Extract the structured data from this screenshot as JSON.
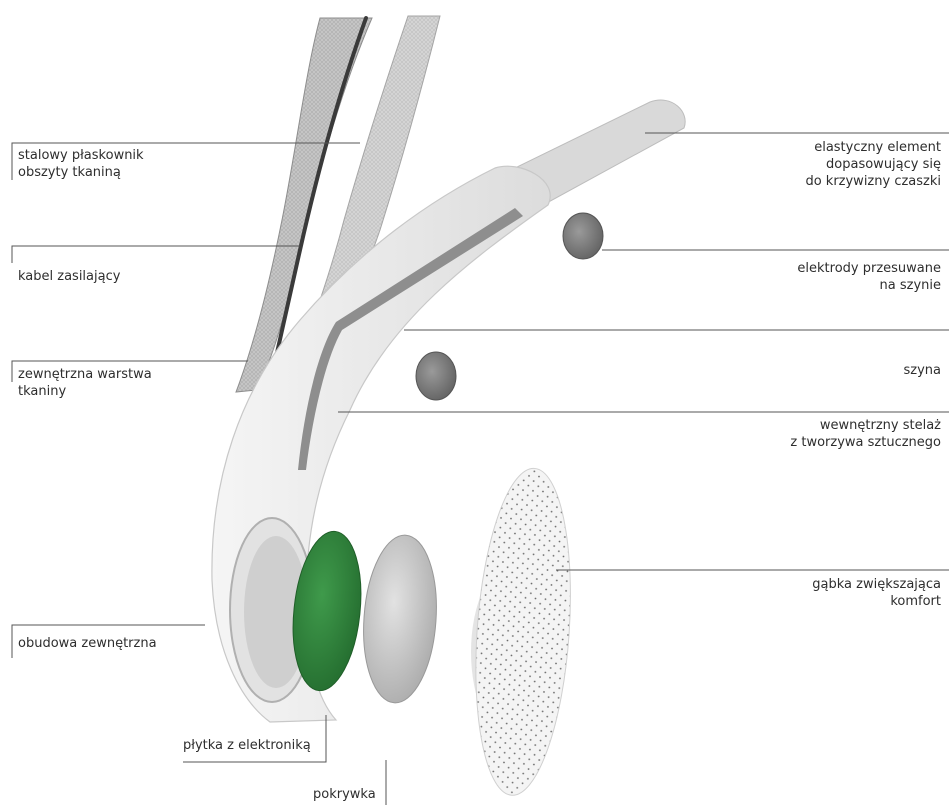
{
  "labels": {
    "steel_band": "stalowy płaskownik\nobszyty tkaniną",
    "power_cable": "kabel zasilający",
    "outer_fabric": "zewnętrzna warstwa\ntkaniny",
    "outer_housing": "obudowa zewnętrzna",
    "electronics_board": "płytka z elektroniką",
    "cover": "pokrywka",
    "flex_element": "elastyczny element\ndopasowujący się\ndo krzywizny czaszki",
    "sliding_electrodes": "elektrody przesuwane\nna szynie",
    "rail": "szyna",
    "inner_frame": "wewnętrzny stelaż\nz tworzywa sztucznego",
    "comfort_sponge": "gąbka zwiększająca\nkomfort"
  },
  "colors": {
    "board_green": "#2f7d3a",
    "plastic_white": "#e9e9e9",
    "fabric_grey": "#bdbdbd",
    "leader_line": "#555555"
  }
}
